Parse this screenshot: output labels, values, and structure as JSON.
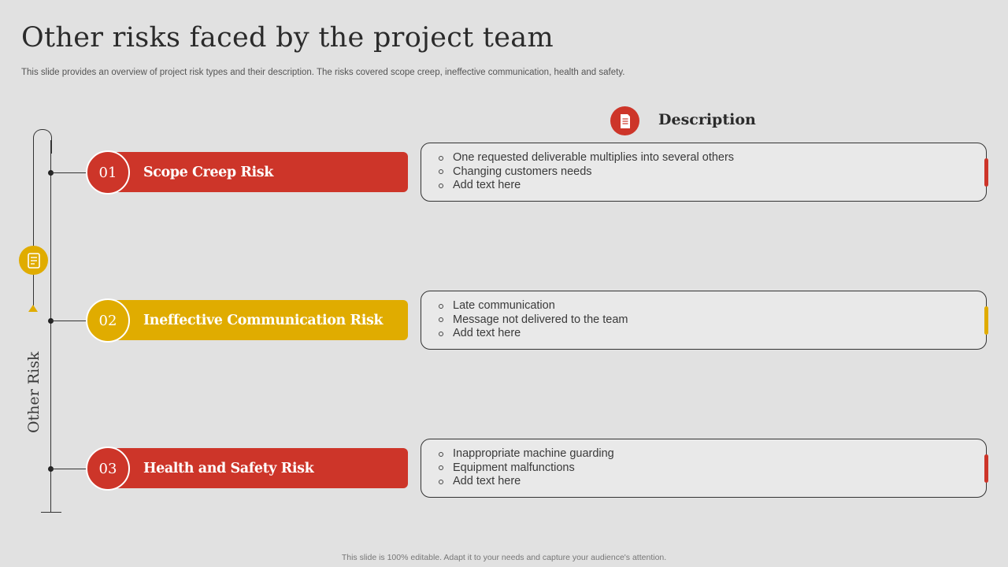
{
  "slide": {
    "title": "Other risks faced by the project team",
    "subtitle": "This slide provides an overview of project risk types and their description. The risks covered scope creep, ineffective communication, health and safety.",
    "vertical_label": "Other Risk",
    "description_heading": "Description",
    "footer": "This slide is 100% editable. Adapt it to your needs and capture your audience's attention."
  },
  "colors": {
    "red": "#cd3529",
    "yellow": "#e0ac00",
    "background": "#e1e1e1"
  },
  "risks": [
    {
      "number": "01",
      "title": "Scope Creep Risk",
      "color": "red",
      "bullets": [
        "One requested deliverable multiplies into several others",
        "Changing customers needs",
        "Add text here"
      ]
    },
    {
      "number": "02",
      "title": "Ineffective Communication Risk",
      "color": "yellow",
      "bullets": [
        "Late communication",
        "Message not delivered to the team",
        "Add text here"
      ]
    },
    {
      "number": "03",
      "title": "Health and Safety Risk",
      "color": "red",
      "bullets": [
        "Inappropriate machine guarding",
        "Equipment malfunctions",
        "Add text here"
      ]
    }
  ],
  "icons": {
    "rail_badge": "checklist-icon",
    "description": "document-icon"
  }
}
